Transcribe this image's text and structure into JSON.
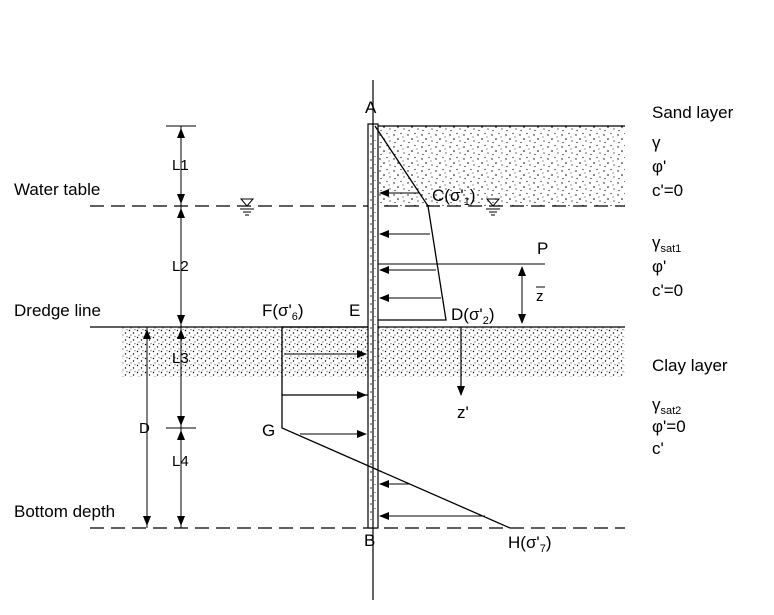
{
  "left_labels": {
    "water_table": "Water table",
    "dredge_line": "Dredge line",
    "bottom_depth": "Bottom depth"
  },
  "dimensions": {
    "l1": "L1",
    "l2": "L2",
    "l3": "L3",
    "l4": "L4",
    "d": "D",
    "zbar": "z",
    "zprime": "z'"
  },
  "points": {
    "a": "A",
    "b": "B",
    "e": "E",
    "p": "P",
    "g": "G",
    "c": "C(σ'",
    "c_sub": "1",
    "c_close": ")",
    "d": "D(σ'",
    "d_sub": "2",
    "d_close": ")",
    "f": "F(σ'",
    "f_sub": "6",
    "f_close": ")",
    "h": "H(σ'",
    "h_sub": "7",
    "h_close": ")"
  },
  "sand_layer": {
    "title": "Sand layer",
    "gamma": "γ",
    "phi": "φ'",
    "c": "c'=0"
  },
  "saturated_sand": {
    "gamma": "γ",
    "gamma_sub": "sat1",
    "phi": "φ'",
    "c": "c'=0"
  },
  "clay_layer": {
    "title": "Clay layer",
    "gamma": "γ",
    "gamma_sub": "sat2",
    "phi": "φ'=0",
    "c": "c'"
  },
  "colors": {
    "line": "#000000",
    "background": "#ffffff"
  }
}
